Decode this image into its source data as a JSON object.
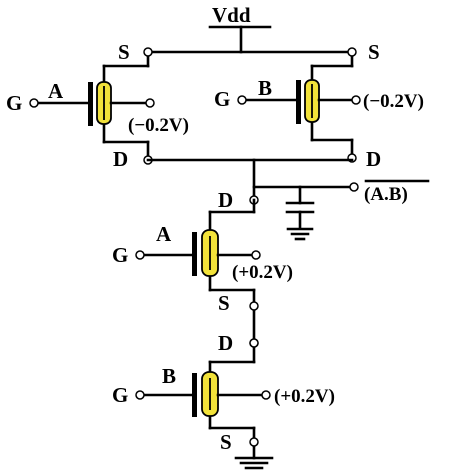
{
  "supply": {
    "label": "Vdd"
  },
  "pmos_a": {
    "source": "S",
    "drain": "D",
    "gate": "G",
    "input": "A",
    "bias": "(−0.2V)"
  },
  "pmos_b": {
    "source": "S",
    "drain": "D",
    "gate": "G",
    "input": "B",
    "bias": "(−0.2V)"
  },
  "output": {
    "label": "(A.B)"
  },
  "nmos_a": {
    "drain": "D",
    "source": "S",
    "gate": "G",
    "input": "A",
    "bias": "(+0.2V)"
  },
  "nmos_b": {
    "drain": "D",
    "source": "S",
    "gate": "G",
    "input": "B",
    "bias": "(+0.2V)"
  }
}
